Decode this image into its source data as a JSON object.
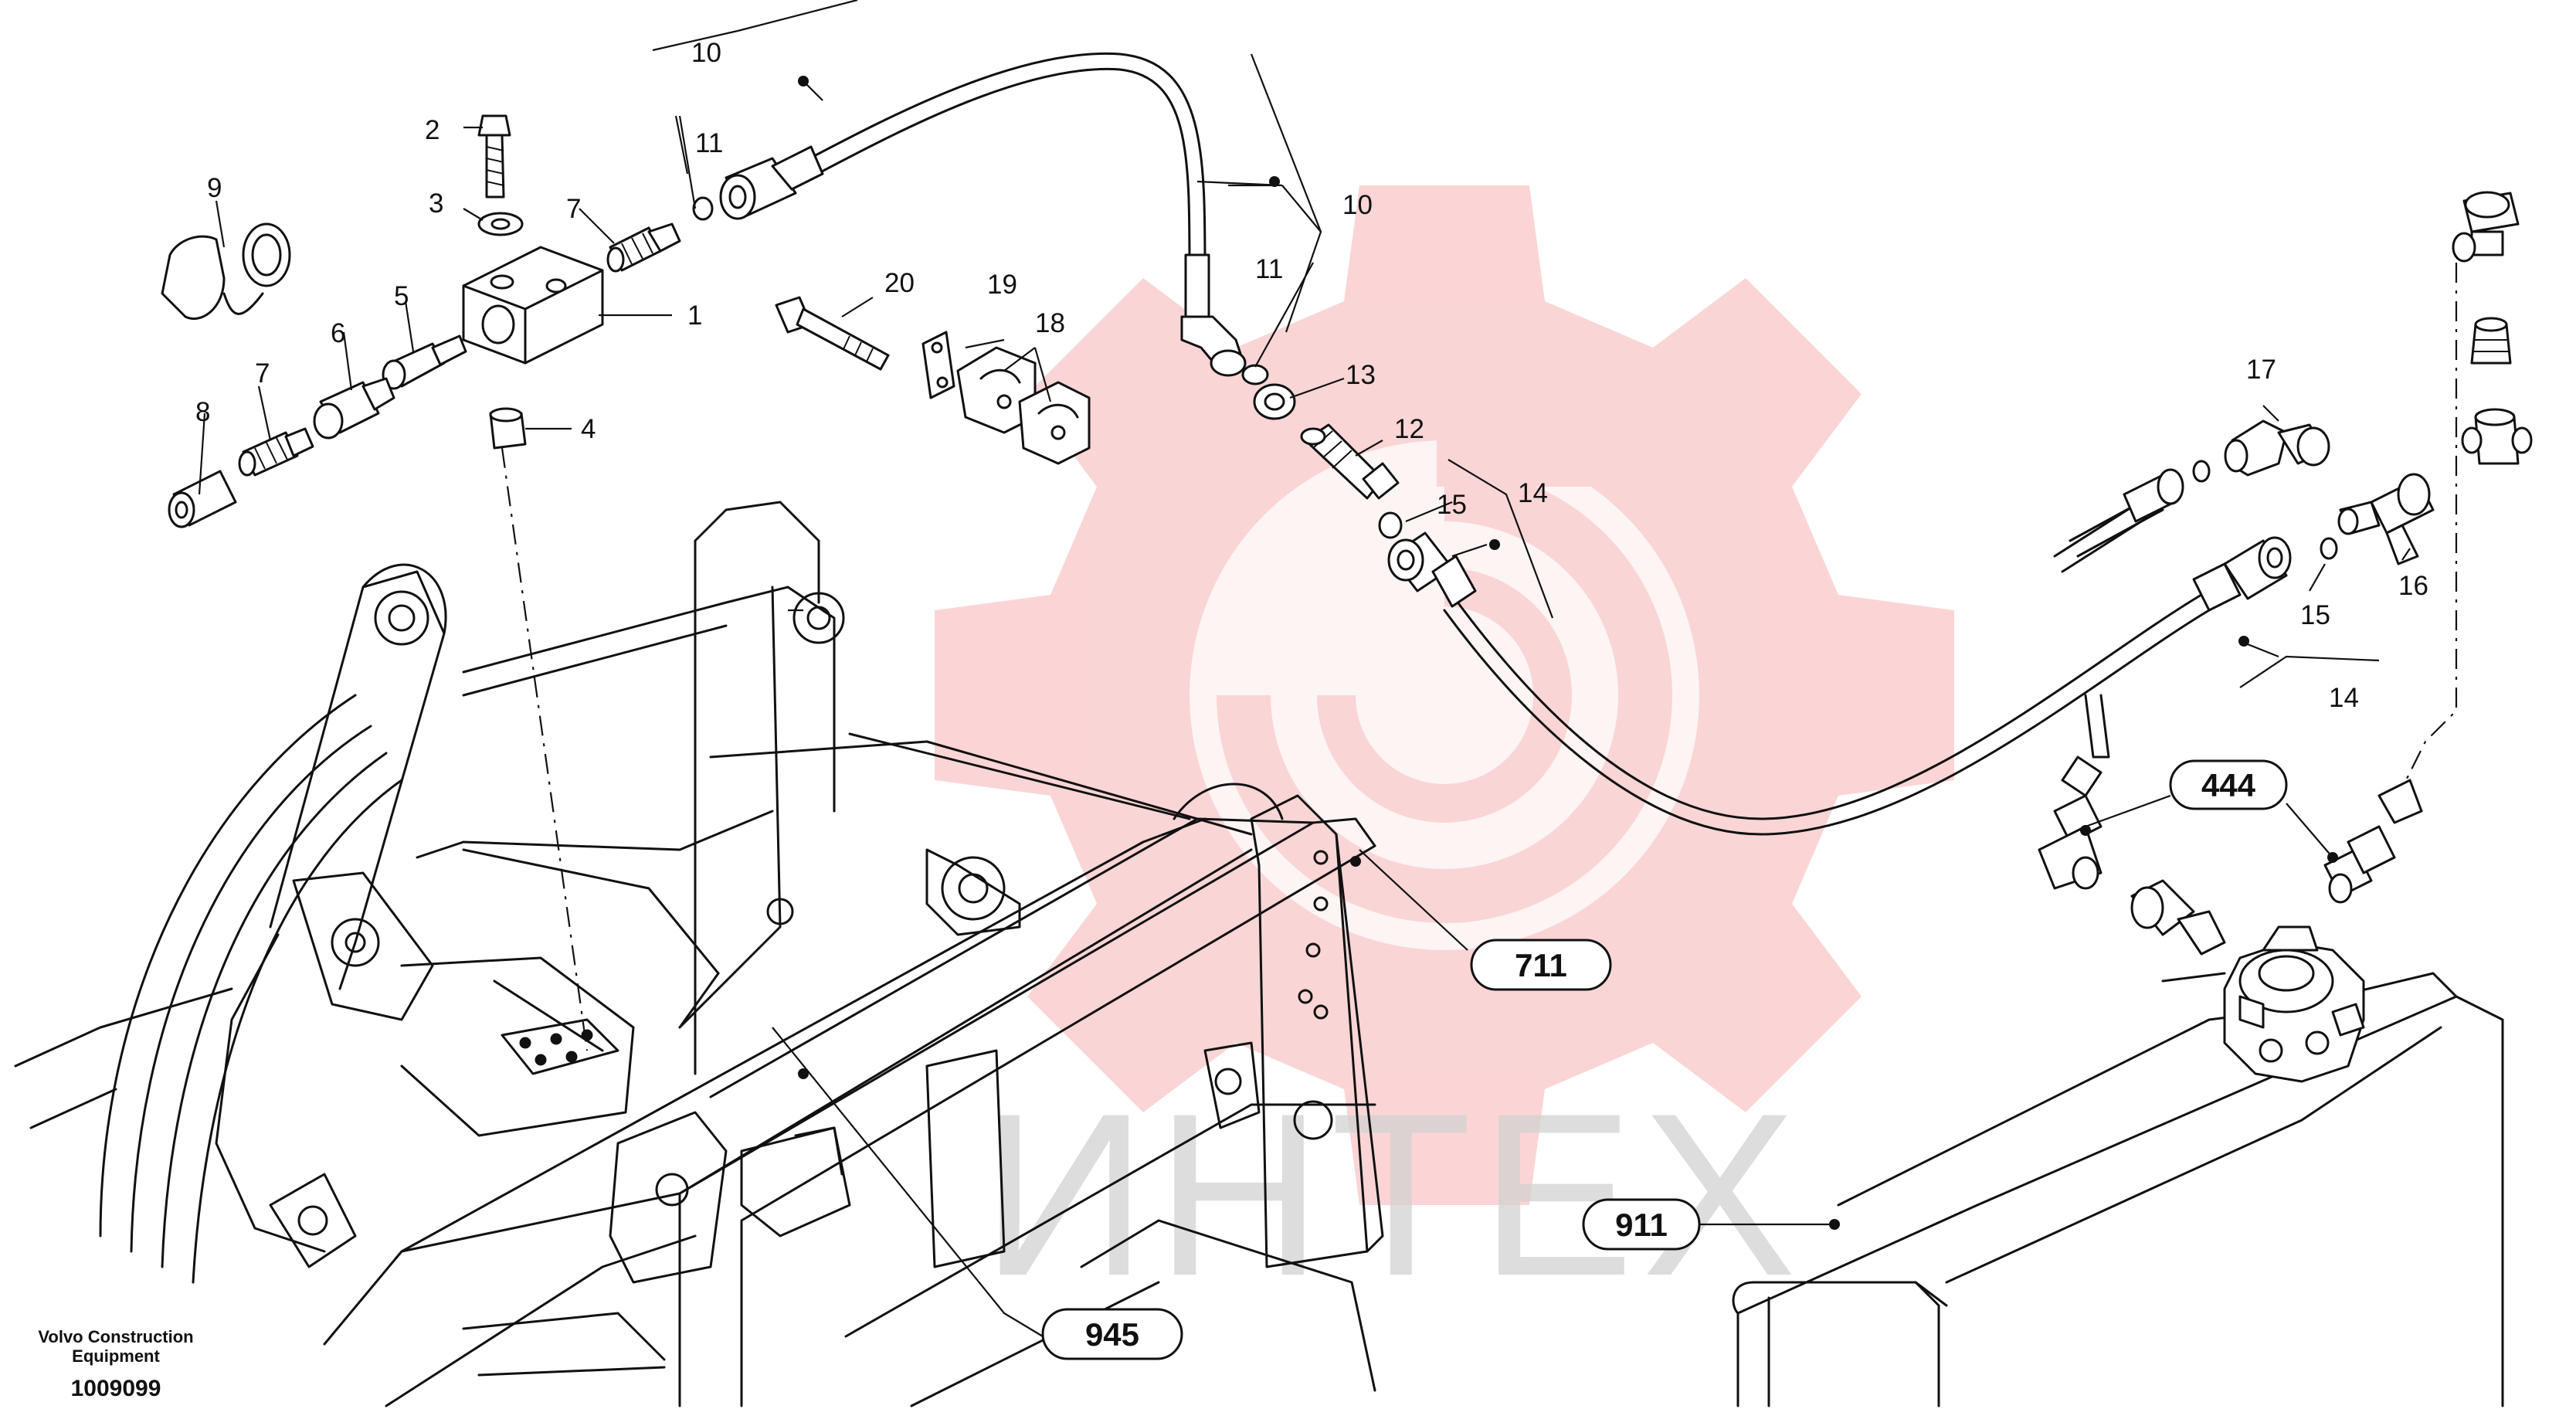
{
  "drawing": {
    "watermark_text": "ИНТЕХ",
    "manufacturer": "Volvo Construction Equipment",
    "manufacturer_line1": "Volvo Construction",
    "manufacturer_line2": "Equipment",
    "drawing_number": "1009099",
    "colors": {
      "line": "#111111",
      "watermark": "#f2a0a0",
      "watermark_text": "#cfcfcf"
    }
  },
  "labels": {
    "p1": "1",
    "p2": "2",
    "p3": "3",
    "p4": "4",
    "p5": "5",
    "p6": "6",
    "p7a": "7",
    "p7b": "7",
    "p8": "8",
    "p9": "9",
    "p10a": "10",
    "p10b": "10",
    "p11a": "11",
    "p11b": "11",
    "p12": "12",
    "p13": "13",
    "p14a": "14",
    "p14b": "14",
    "p15a": "15",
    "p15b": "15",
    "p16": "16",
    "p17": "17",
    "p18": "18",
    "p19": "19",
    "p20": "20"
  },
  "callouts": {
    "c444": "444",
    "c711": "711",
    "c911": "911",
    "c945": "945"
  }
}
